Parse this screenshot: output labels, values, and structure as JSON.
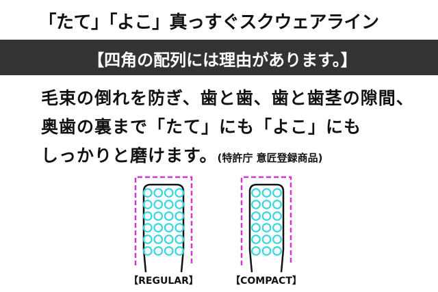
{
  "title": "「たて」「よこ」真っすぐスクウェアライン",
  "banner": "【四角の配列には理由があります。】",
  "body_lines": [
    "毛束の倒れを防ぎ、歯と歯、歯と歯茎の隙間、",
    "奥歯の裏まで「たて」にも「よこ」にも",
    "しっかりと磨けます。"
  ],
  "note": "(特許庁 意匠登録商品)",
  "brushes": [
    {
      "label": "【REGULAR】",
      "rows": 6,
      "cols": 4
    },
    {
      "label": "【COMPACT】",
      "rows": 6,
      "cols": 3
    }
  ],
  "colors": {
    "band": "#333333",
    "bristle": "#33d6e0",
    "outline": "#d633d0"
  }
}
